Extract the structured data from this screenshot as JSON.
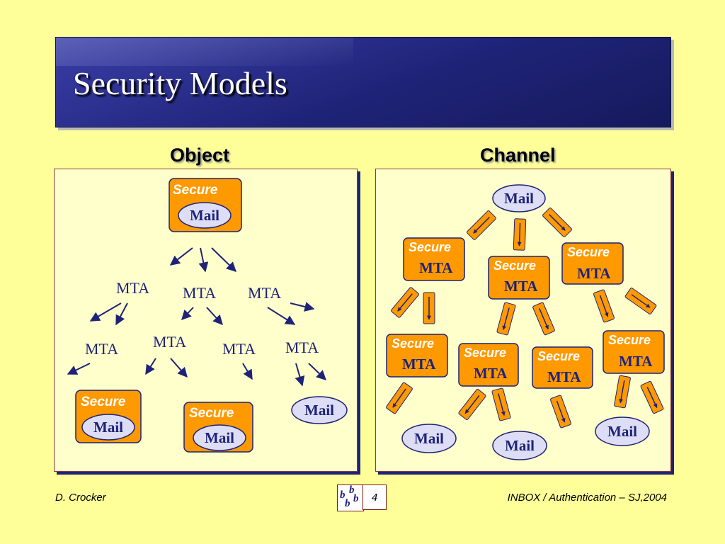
{
  "slide": {
    "title": "Security Models",
    "left_heading": "Object",
    "right_heading": "Channel",
    "footer_left": "D. Crocker",
    "footer_right": "INBOX / Authentication – SJ,2004",
    "page_number": "4",
    "logo_letter": "b"
  },
  "labels": {
    "secure": "Secure",
    "mail": "Mail",
    "mta": "MTA"
  },
  "colors": {
    "background": "#FFFF99",
    "title_bar": "#1f2377",
    "panel": "#FFFFCC",
    "secure_box": "#FF9900",
    "mail_oval": "#DDDDF5",
    "text_dark": "#1f2377"
  }
}
